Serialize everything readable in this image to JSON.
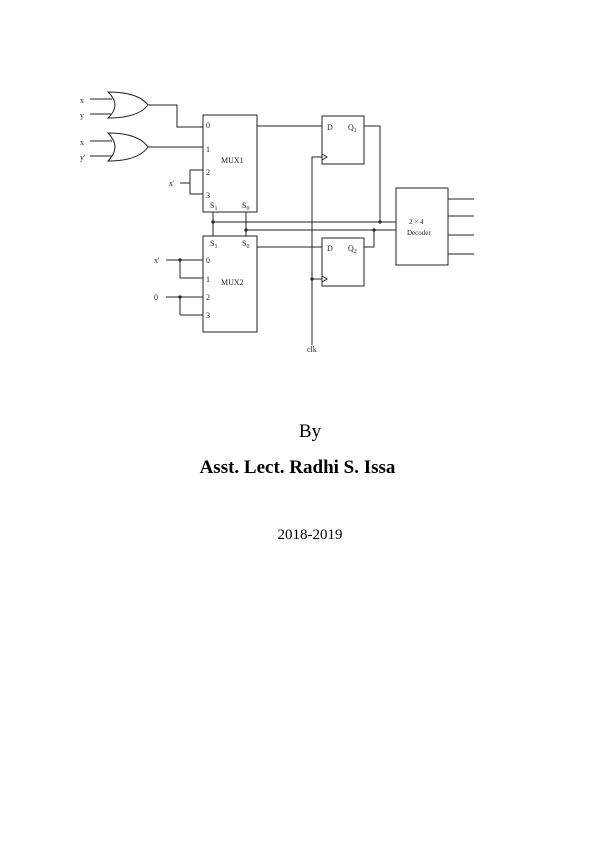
{
  "circuit": {
    "inputs": {
      "or1_a": "x",
      "or1_b": "y",
      "or2_a": "x",
      "or2_b": "y'",
      "mux1_in2": "x'",
      "mux2_in0": "x'",
      "mux2_in2": "0"
    },
    "mux1": {
      "name": "MUX1",
      "inputs": [
        "0",
        "1",
        "2",
        "3"
      ],
      "sel1": "S",
      "sel1_sub": "1",
      "sel0": "S",
      "sel0_sub": "0"
    },
    "mux2": {
      "name": "MUX2",
      "inputs": [
        "0",
        "1",
        "2",
        "3"
      ],
      "sel1": "S",
      "sel1_sub": "1",
      "sel0": "S",
      "sel0_sub": "0"
    },
    "ff1": {
      "d": "D",
      "q": "Q",
      "q_sub": "1"
    },
    "ff2": {
      "d": "D",
      "q": "Q",
      "q_sub": "2"
    },
    "decoder": {
      "line1": "2 × 4",
      "line2": "Decoder"
    },
    "clock_label": "clk"
  },
  "by_label": "By",
  "author": "Asst. Lect. Radhi S. Issa",
  "years": "2018-2019"
}
